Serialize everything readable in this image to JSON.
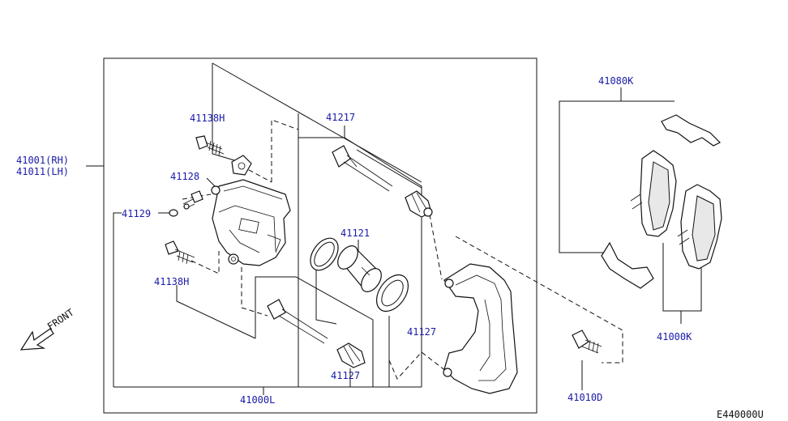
{
  "labels": {
    "caliper_rh": "41001(RH)",
    "caliper_lh": "41011(LH)",
    "bolt_upper": "41138H",
    "bolt_lower": "41138H",
    "bleeder": "41128",
    "cap": "41129",
    "pin_upper": "41217",
    "piston": "41121",
    "boot_lower": "41127",
    "boot_right": "41127",
    "assembly": "41000L",
    "pad_kit": "41080K",
    "pads": "41000K",
    "torque_bolt": "41010D",
    "front": "FRONT"
  },
  "diagram_code": "E440000U"
}
